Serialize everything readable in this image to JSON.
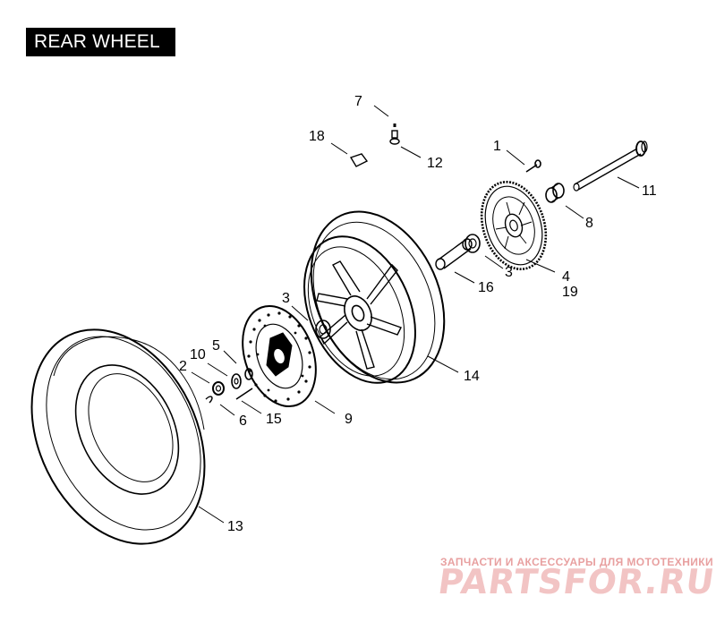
{
  "title": "REAR WHEEL",
  "callouts": [
    {
      "id": "c1",
      "text": "1"
    },
    {
      "id": "c2",
      "text": "2"
    },
    {
      "id": "c3a",
      "text": "3"
    },
    {
      "id": "c3b",
      "text": "3"
    },
    {
      "id": "c4",
      "text": "4"
    },
    {
      "id": "c5",
      "text": "5"
    },
    {
      "id": "c6",
      "text": "6"
    },
    {
      "id": "c7",
      "text": "7"
    },
    {
      "id": "c8",
      "text": "8"
    },
    {
      "id": "c9",
      "text": "9"
    },
    {
      "id": "c10",
      "text": "10"
    },
    {
      "id": "c11",
      "text": "11"
    },
    {
      "id": "c12",
      "text": "12"
    },
    {
      "id": "c13",
      "text": "13"
    },
    {
      "id": "c14",
      "text": "14"
    },
    {
      "id": "c15",
      "text": "15"
    },
    {
      "id": "c16",
      "text": "16"
    },
    {
      "id": "c18",
      "text": "18"
    },
    {
      "id": "c19",
      "text": "19"
    }
  ],
  "watermark": {
    "tagline": "ЗАПЧАСТИ И АКСЕССУАРЫ ДЛЯ МОТОТЕХНИКИ",
    "brand": "PARTSFOR.RU",
    "color": "#e05a5a"
  }
}
